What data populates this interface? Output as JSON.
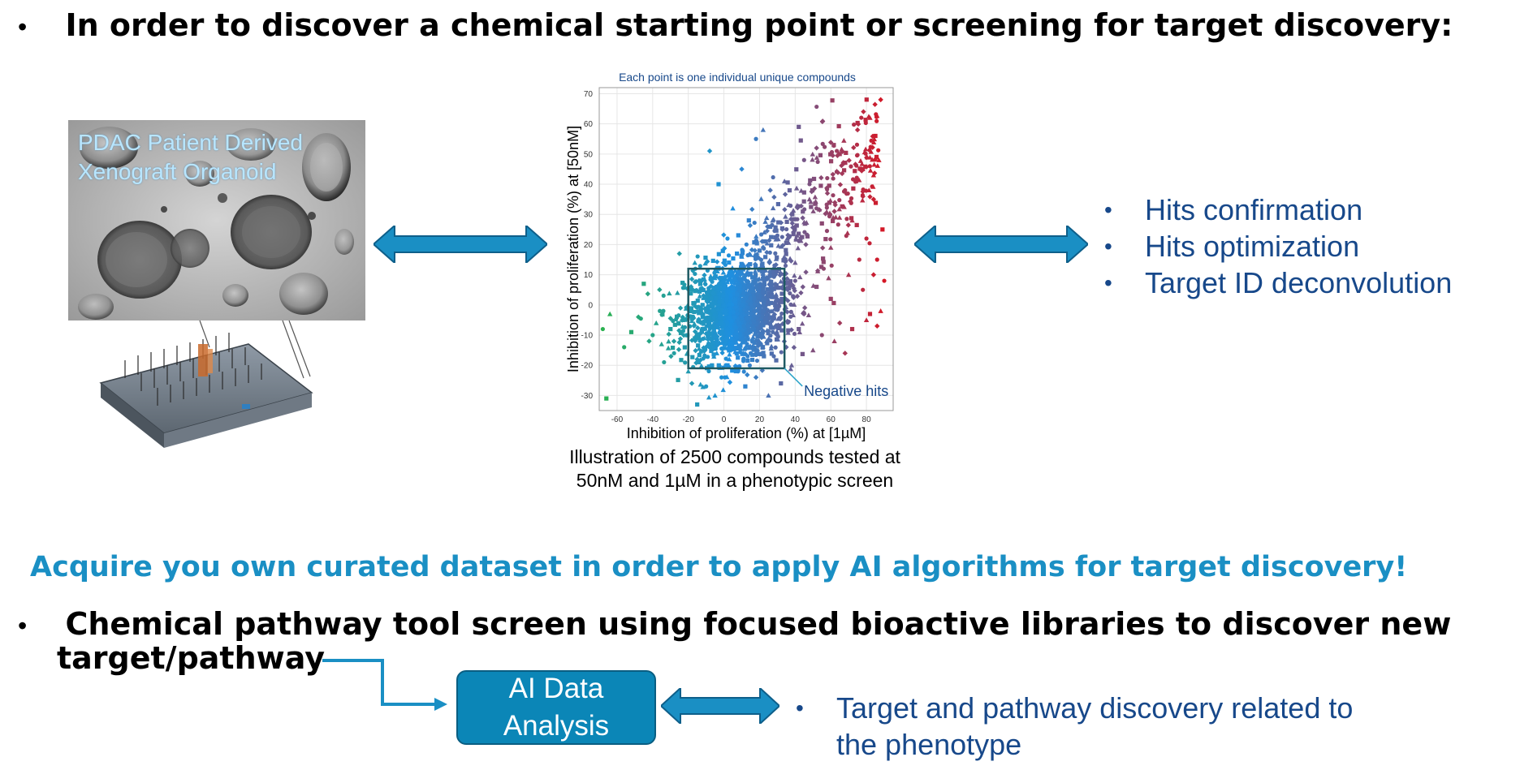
{
  "bullets": {
    "glyph": "•",
    "b1": "In order to discover a chemical starting point or screening for target discovery:",
    "b2_line1": "Chemical pathway tool screen using focused bioactive libraries to discover new",
    "b2_line2": "target/pathway"
  },
  "organoid": {
    "label_line1": "PDAC Patient Derived",
    "label_line2": "Xenograft Organoid"
  },
  "hits_list": [
    "Hits confirmation",
    "Hits optimization",
    "Target ID deconvolution"
  ],
  "caption": {
    "line1": "Illustration of 2500 compounds tested at",
    "line2": "50nM and 1µM in a phenotypic screen"
  },
  "headline": "Acquire you own curated dataset in order to apply AI algorithms for target discovery!",
  "ai_box": {
    "line1": "AI Data",
    "line2": "Analysis"
  },
  "discovery": {
    "line1": "Target and pathway discovery related to",
    "line2": "the phenotype"
  },
  "colors": {
    "arrow": "#1a8fc4",
    "arrow_dark": "#0e5f8a",
    "title_blue": "#17488a",
    "headline_blue": "#1a8fc4",
    "ai_box": "#0b86b7",
    "negative_box": "#1f5a63"
  },
  "chart_data": {
    "type": "scatter",
    "title": "Each point is one individual unique compounds",
    "xlabel": "Inhibition of proliferation (%) at [1µM]",
    "ylabel": "Inhibition of proliferation (%) at [50nM]",
    "xlim": [
      -70,
      95
    ],
    "ylim": [
      -35,
      72
    ],
    "xticks": [
      -60,
      -40,
      -20,
      0,
      20,
      40,
      60,
      80
    ],
    "yticks": [
      -30,
      -20,
      -10,
      0,
      10,
      20,
      30,
      40,
      50,
      60,
      70
    ],
    "grid": true,
    "n_compounds": 2500,
    "color_scale": {
      "low": "#2bb24c",
      "mid": "#1f8fe0",
      "high": "#e0101a",
      "encodes": "x"
    },
    "annotation": {
      "text": "Negative hits",
      "box_x": [
        -20,
        34
      ],
      "box_y": [
        -21,
        12
      ]
    },
    "points": [
      [
        -66,
        -31
      ],
      [
        -68,
        -8
      ],
      [
        -64,
        -3
      ],
      [
        -48,
        -4
      ],
      [
        -45,
        7
      ],
      [
        -40,
        -10
      ],
      [
        -35,
        -13
      ],
      [
        -25,
        17
      ],
      [
        -23,
        -5
      ],
      [
        -28,
        -16
      ],
      [
        -20,
        -22
      ],
      [
        -18,
        -26
      ],
      [
        -15,
        -33
      ],
      [
        -10,
        -27
      ],
      [
        -5,
        -30
      ],
      [
        -8,
        51
      ],
      [
        -3,
        40
      ],
      [
        2,
        22
      ],
      [
        5,
        32
      ],
      [
        10,
        45
      ],
      [
        14,
        28
      ],
      [
        18,
        55
      ],
      [
        22,
        58
      ],
      [
        26,
        38
      ],
      [
        20,
        18
      ],
      [
        30,
        23
      ],
      [
        34,
        41
      ],
      [
        38,
        30
      ],
      [
        42,
        59
      ],
      [
        45,
        48
      ],
      [
        48,
        35
      ],
      [
        52,
        52
      ],
      [
        55,
        27
      ],
      [
        58,
        42
      ],
      [
        60,
        19
      ],
      [
        62,
        31
      ],
      [
        65,
        50
      ],
      [
        68,
        38
      ],
      [
        72,
        28
      ],
      [
        75,
        58
      ],
      [
        78,
        45
      ],
      [
        80,
        22
      ],
      [
        82,
        62
      ],
      [
        84,
        35
      ],
      [
        85,
        56
      ],
      [
        86,
        15
      ],
      [
        87,
        48
      ],
      [
        88,
        68
      ],
      [
        89,
        25
      ],
      [
        90,
        8
      ],
      [
        88,
        -2
      ],
      [
        86,
        -7
      ],
      [
        82,
        -3
      ],
      [
        78,
        5
      ],
      [
        70,
        10
      ],
      [
        65,
        -6
      ],
      [
        60,
        2
      ],
      [
        55,
        -10
      ],
      [
        50,
        -15
      ],
      [
        45,
        -3
      ],
      [
        42,
        -8
      ],
      [
        40,
        8
      ],
      [
        38,
        -20
      ],
      [
        35,
        -14
      ],
      [
        32,
        -26
      ],
      [
        28,
        -17
      ],
      [
        25,
        -30
      ],
      [
        18,
        -24
      ],
      [
        12,
        -27
      ],
      [
        8,
        -22
      ],
      [
        3,
        -18
      ],
      [
        0,
        -12
      ],
      [
        -2,
        -6
      ],
      [
        -6,
        -2
      ],
      [
        -10,
        3
      ],
      [
        -14,
        8
      ],
      [
        -12,
        -8
      ],
      [
        -8,
        -14
      ],
      [
        -4,
        -16
      ],
      [
        2,
        -8
      ],
      [
        6,
        -4
      ],
      [
        10,
        0
      ],
      [
        14,
        4
      ],
      [
        18,
        8
      ],
      [
        22,
        -2
      ],
      [
        26,
        -6
      ],
      [
        30,
        2
      ],
      [
        33,
        6
      ],
      [
        28,
        10
      ],
      [
        20,
        12
      ],
      [
        10,
        16
      ],
      [
        4,
        10
      ],
      [
        -4,
        6
      ],
      [
        -16,
        12
      ],
      [
        -18,
        -4
      ],
      [
        -15,
        -18
      ],
      [
        2,
        -20
      ],
      [
        15,
        -16
      ],
      [
        24,
        -12
      ],
      [
        30,
        -10
      ],
      [
        -12,
        0
      ],
      [
        -6,
        4
      ],
      [
        6,
        2
      ],
      [
        16,
        -8
      ],
      [
        -30,
        -8
      ],
      [
        -34,
        -2
      ],
      [
        -38,
        -6
      ],
      [
        -42,
        -12
      ],
      [
        -52,
        -9
      ],
      [
        -56,
        -14
      ],
      [
        40,
        14
      ],
      [
        46,
        20
      ],
      [
        52,
        6
      ],
      [
        56,
        12
      ],
      [
        62,
        -12
      ],
      [
        68,
        -16
      ],
      [
        72,
        -8
      ],
      [
        76,
        15
      ],
      [
        80,
        -5
      ],
      [
        84,
        10
      ]
    ]
  }
}
